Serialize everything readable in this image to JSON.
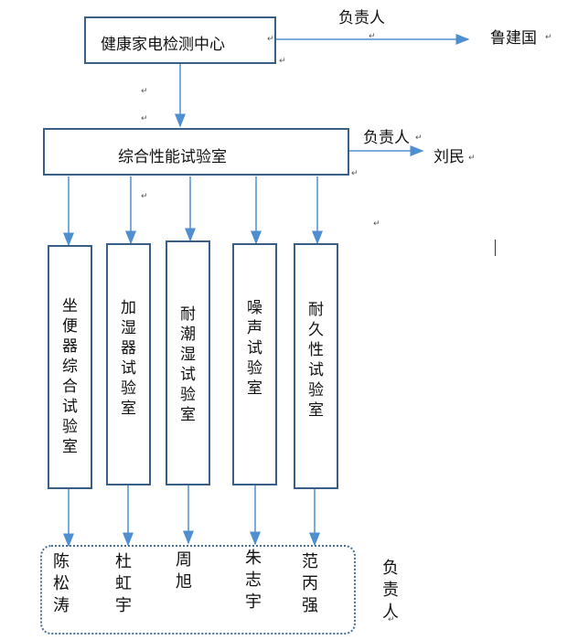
{
  "top": {
    "title": "健康家电检测中心",
    "owner_label": "负责人",
    "owner": "鲁建国"
  },
  "middle": {
    "title": "综合性能试验室",
    "owner_label": "负责人",
    "owner": "刘民"
  },
  "labs": [
    {
      "name": "坐便器综合试验室",
      "owner": "陈松涛"
    },
    {
      "name": "加湿器试验室",
      "owner": "杜虹宇"
    },
    {
      "name": "耐潮湿试验室",
      "owner": "周旭"
    },
    {
      "name": "噪声试验室",
      "owner": "朱志宇"
    },
    {
      "name": "耐久性试验室",
      "owner": "范丙强"
    }
  ],
  "owners_label": "负责人",
  "colors": {
    "box_border": "#3a5f86",
    "arrow": "#4f8fd0"
  }
}
